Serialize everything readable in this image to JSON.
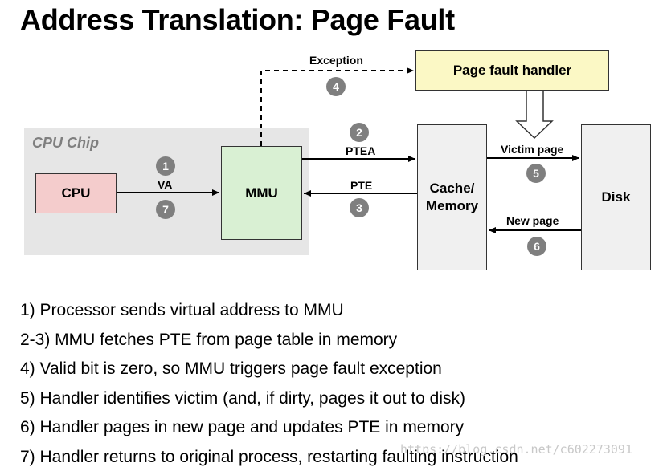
{
  "title": "Address Translation: Page Fault",
  "chip_label": "CPU Chip",
  "boxes": {
    "cpu": "CPU",
    "mmu": "MMU",
    "memory": "Cache/\nMemory",
    "disk": "Disk",
    "handler": "Page fault handler"
  },
  "arrows": {
    "va": "VA",
    "ptea": "PTEA",
    "pte": "PTE",
    "exception": "Exception",
    "victim_page": "Victim page",
    "new_page": "New page"
  },
  "badges": [
    "1",
    "2",
    "3",
    "4",
    "5",
    "6",
    "7"
  ],
  "steps": [
    "1) Processor sends virtual address to MMU",
    "2-3) MMU fetches PTE from page table in memory",
    "4) Valid bit is zero, so MMU triggers page fault exception",
    "5) Handler identifies victim (and, if dirty, pages it out to disk)",
    "6) Handler pages in new page and updates PTE in memory",
    "7) Handler returns to original process, restarting faulting instruction"
  ],
  "watermark": "https://blog.csdn.net/c602273091"
}
